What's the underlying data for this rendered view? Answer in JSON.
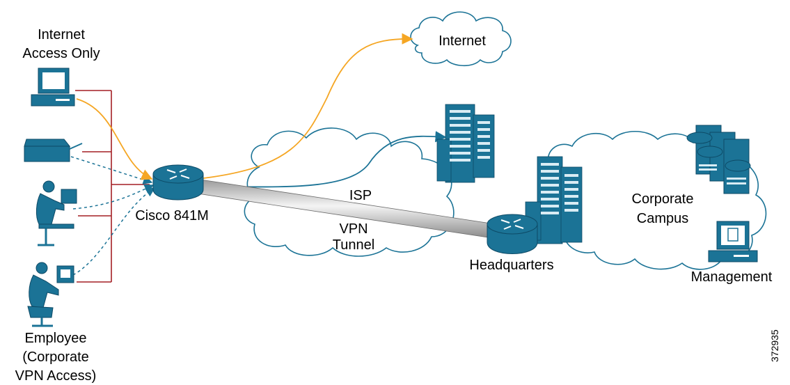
{
  "labels": {
    "internet_access_line1": "Internet",
    "internet_access_line2": "Access Only",
    "internet_cloud": "Internet",
    "router": "Cisco 841M",
    "isp": "ISP",
    "vpn_line1": "VPN",
    "vpn_line2": "Tunnel",
    "headquarters": "Headquarters",
    "campus_line1": "Corporate",
    "campus_line2": "Campus",
    "management": "Management",
    "employee_line1": "Employee",
    "employee_line2": "(Corporate",
    "employee_line3": "VPN Access)",
    "figure_id": "372935"
  },
  "colors": {
    "device_blue": "#1b7396",
    "internet_path": "#f5a623",
    "vpn_path": "#1b7396",
    "lan_wiring": "#a31f24"
  },
  "icons": [
    "pc-icon",
    "printer-icon",
    "user-workstation-icon",
    "router-icon",
    "building-icon",
    "server-icon",
    "management-terminal-icon",
    "cloud-icon"
  ]
}
